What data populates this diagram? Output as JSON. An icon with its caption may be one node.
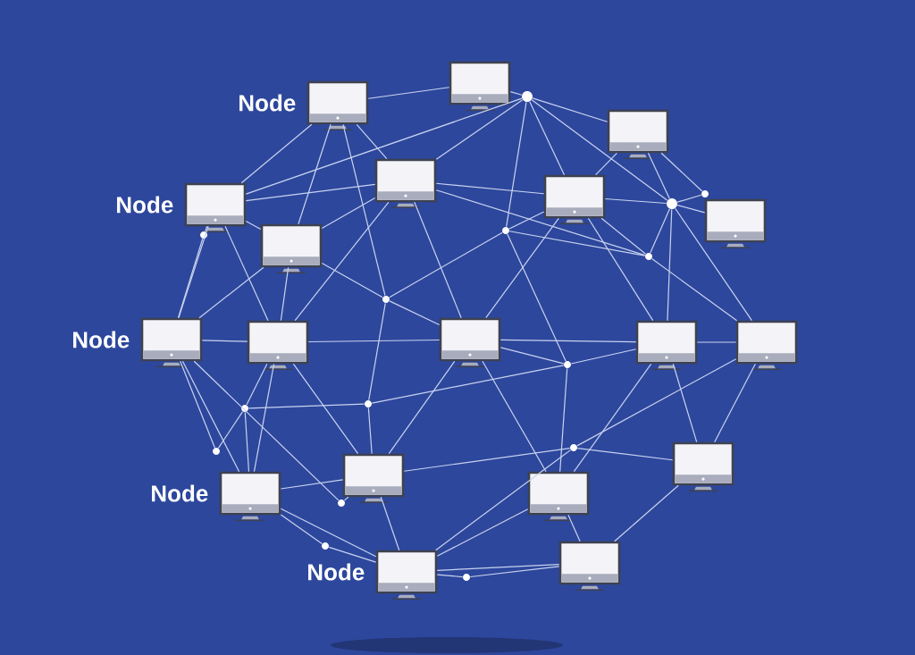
{
  "diagram": {
    "nodes": [
      {
        "text": [],
        "shape": "picture"
      },
      {
        "text": [],
        "shape": "circle"
      },
      {
        "text": [],
        "shape": "picture",
        "beside": [
          "Node"
        ]
      },
      {
        "text": [],
        "shape": "picture"
      },
      {
        "text": [],
        "shape": "picture"
      },
      {
        "text": [],
        "shape": "circle"
      },
      {
        "text": [],
        "shape": "picture"
      },
      {
        "text": [],
        "shape": "circle"
      },
      {
        "text": [],
        "shape": "picture",
        "beside": [
          "Node"
        ]
      },
      {
        "text": [],
        "shape": "picture"
      },
      {
        "text": [],
        "shape": "circle"
      },
      {
        "text": [],
        "shape": "circle"
      },
      {
        "text": [],
        "shape": "picture"
      },
      {
        "text": [],
        "shape": "circle"
      },
      {
        "text": [],
        "shape": "circle"
      },
      {
        "text": [],
        "shape": "picture",
        "beside": [
          "Node"
        ]
      },
      {
        "text": [],
        "shape": "picture"
      },
      {
        "text": [],
        "shape": "picture"
      },
      {
        "text": [],
        "shape": "picture"
      },
      {
        "text": [],
        "shape": "picture"
      },
      {
        "text": [],
        "shape": "circle"
      },
      {
        "text": [],
        "shape": "circle"
      },
      {
        "text": [],
        "shape": "circle"
      },
      {
        "text": [],
        "shape": "circle"
      },
      {
        "text": [],
        "shape": "circle"
      },
      {
        "text": [],
        "shape": "picture"
      },
      {
        "text": [],
        "shape": "picture"
      },
      {
        "text": [],
        "shape": "picture",
        "beside": [
          "Node"
        ]
      },
      {
        "text": [],
        "shape": "picture"
      },
      {
        "text": [],
        "shape": "circle"
      },
      {
        "text": [],
        "shape": "circle"
      },
      {
        "text": [],
        "shape": "picture",
        "beside": [
          "Node"
        ]
      },
      {
        "text": [],
        "shape": "picture"
      },
      {
        "text": [],
        "shape": "circle"
      }
    ],
    "edges": [
      {
        "from": 2,
        "to": 0,
        "arrow": "none"
      },
      {
        "from": 6,
        "to": 13,
        "arrow": "none"
      },
      {
        "from": 1,
        "to": 0,
        "arrow": "none"
      },
      {
        "from": 1,
        "to": 3,
        "arrow": "none"
      },
      {
        "from": 1,
        "to": 7,
        "arrow": "none"
      },
      {
        "from": 1,
        "to": 6,
        "arrow": "none"
      },
      {
        "from": 1,
        "to": 10,
        "arrow": "none"
      },
      {
        "from": 1,
        "to": 4,
        "arrow": "none"
      },
      {
        "from": 1,
        "to": 8,
        "arrow": "none"
      },
      {
        "from": 3,
        "to": 7,
        "arrow": "none"
      },
      {
        "from": 3,
        "to": 6,
        "arrow": "none"
      },
      {
        "from": 3,
        "to": 5,
        "arrow": "none"
      },
      {
        "from": 7,
        "to": 5,
        "arrow": "none"
      },
      {
        "from": 7,
        "to": 9,
        "arrow": "none"
      },
      {
        "from": 7,
        "to": 19,
        "arrow": "none"
      },
      {
        "from": 7,
        "to": 18,
        "arrow": "none"
      },
      {
        "from": 7,
        "to": 13,
        "arrow": "none"
      },
      {
        "from": 7,
        "to": 6,
        "arrow": "none"
      },
      {
        "from": 4,
        "to": 6,
        "arrow": "none"
      },
      {
        "from": 6,
        "to": 10,
        "arrow": "none"
      },
      {
        "from": 6,
        "to": 17,
        "arrow": "none"
      },
      {
        "from": 6,
        "to": 18,
        "arrow": "none"
      },
      {
        "from": 10,
        "to": 13,
        "arrow": "none"
      },
      {
        "from": 13,
        "to": 19,
        "arrow": "none"
      },
      {
        "from": 10,
        "to": 14,
        "arrow": "none"
      },
      {
        "from": 10,
        "to": 20,
        "arrow": "none"
      },
      {
        "from": 2,
        "to": 8,
        "arrow": "none"
      },
      {
        "from": 2,
        "to": 4,
        "arrow": "none"
      },
      {
        "from": 2,
        "to": 14,
        "arrow": "none"
      },
      {
        "from": 2,
        "to": 12,
        "arrow": "none"
      },
      {
        "from": 4,
        "to": 8,
        "arrow": "none"
      },
      {
        "from": 4,
        "to": 12,
        "arrow": "none"
      },
      {
        "from": 4,
        "to": 17,
        "arrow": "none"
      },
      {
        "from": 4,
        "to": 16,
        "arrow": "none"
      },
      {
        "from": 4,
        "to": 13,
        "arrow": "none"
      },
      {
        "from": 8,
        "to": 11,
        "arrow": "none"
      },
      {
        "from": 8,
        "to": 15,
        "arrow": "none"
      },
      {
        "from": 8,
        "to": 16,
        "arrow": "none"
      },
      {
        "from": 8,
        "to": 12,
        "arrow": "none"
      },
      {
        "from": 11,
        "to": 15,
        "arrow": "none"
      },
      {
        "from": 12,
        "to": 16,
        "arrow": "none"
      },
      {
        "from": 12,
        "to": 15,
        "arrow": "none"
      },
      {
        "from": 12,
        "to": 14,
        "arrow": "none"
      },
      {
        "from": 15,
        "to": 16,
        "arrow": "none"
      },
      {
        "from": 15,
        "to": 24,
        "arrow": "none"
      },
      {
        "from": 15,
        "to": 27,
        "arrow": "none"
      },
      {
        "from": 15,
        "to": 29,
        "arrow": "none"
      },
      {
        "from": 16,
        "to": 17,
        "arrow": "none"
      },
      {
        "from": 16,
        "to": 22,
        "arrow": "none"
      },
      {
        "from": 16,
        "to": 27,
        "arrow": "none"
      },
      {
        "from": 16,
        "to": 26,
        "arrow": "none"
      },
      {
        "from": 14,
        "to": 21,
        "arrow": "none"
      },
      {
        "from": 14,
        "to": 17,
        "arrow": "none"
      },
      {
        "from": 17,
        "to": 18,
        "arrow": "none"
      },
      {
        "from": 17,
        "to": 20,
        "arrow": "none"
      },
      {
        "from": 17,
        "to": 28,
        "arrow": "none"
      },
      {
        "from": 17,
        "to": 26,
        "arrow": "none"
      },
      {
        "from": 18,
        "to": 19,
        "arrow": "none"
      },
      {
        "from": 18,
        "to": 20,
        "arrow": "none"
      },
      {
        "from": 18,
        "to": 28,
        "arrow": "none"
      },
      {
        "from": 18,
        "to": 25,
        "arrow": "none"
      },
      {
        "from": 19,
        "to": 25,
        "arrow": "none"
      },
      {
        "from": 19,
        "to": 23,
        "arrow": "none"
      },
      {
        "from": 20,
        "to": 21,
        "arrow": "none"
      },
      {
        "from": 20,
        "to": 28,
        "arrow": "none"
      },
      {
        "from": 21,
        "to": 22,
        "arrow": "none"
      },
      {
        "from": 21,
        "to": 26,
        "arrow": "none"
      },
      {
        "from": 22,
        "to": 24,
        "arrow": "none"
      },
      {
        "from": 22,
        "to": 27,
        "arrow": "none"
      },
      {
        "from": 23,
        "to": 26,
        "arrow": "none"
      },
      {
        "from": 23,
        "to": 25,
        "arrow": "none"
      },
      {
        "from": 23,
        "to": 31,
        "arrow": "none"
      },
      {
        "from": 25,
        "to": 32,
        "arrow": "none"
      },
      {
        "from": 28,
        "to": 31,
        "arrow": "none"
      },
      {
        "from": 28,
        "to": 32,
        "arrow": "none"
      },
      {
        "from": 26,
        "to": 27,
        "arrow": "none"
      },
      {
        "from": 26,
        "to": 31,
        "arrow": "none"
      },
      {
        "from": 26,
        "to": 29,
        "arrow": "none"
      },
      {
        "from": 27,
        "to": 30,
        "arrow": "none"
      },
      {
        "from": 27,
        "to": 31,
        "arrow": "none"
      },
      {
        "from": 30,
        "to": 31,
        "arrow": "none"
      },
      {
        "from": 31,
        "to": 32,
        "arrow": "none"
      },
      {
        "from": 31,
        "to": 33,
        "arrow": "none"
      },
      {
        "from": 33,
        "to": 32,
        "arrow": "none"
      }
    ]
  }
}
